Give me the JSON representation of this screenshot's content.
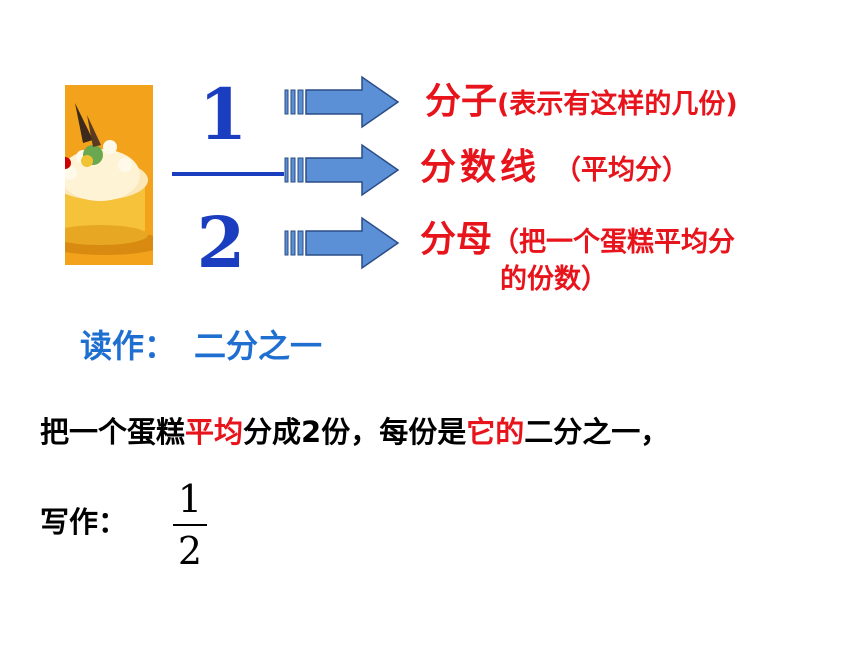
{
  "colors": {
    "blue": "#1b3dbf",
    "red": "#e8141c",
    "read_blue": "#1f6fd0",
    "arrow_fill": "#5b8fd6",
    "arrow_stroke": "#2a4d86"
  },
  "fraction": {
    "numerator": "1",
    "denominator": "2"
  },
  "labels": {
    "numerator_term": "分子",
    "numerator_note": "(表示有这样的几份)",
    "line_term": "分数线",
    "line_note": "（平均分）",
    "denominator_term": "分母",
    "denominator_note_line1": "（把一个蛋糕平均分",
    "denominator_note_line2": "的份数）"
  },
  "reading": {
    "label": "读作：",
    "value": "二分之一"
  },
  "sentence": {
    "part1": "把一个蛋糕",
    "highlight1": "平均",
    "part2": "分成2份，每份是",
    "highlight2": "它的",
    "part3": "二分之一，"
  },
  "writing": {
    "label": "写作：",
    "numerator": "1",
    "denominator": "2"
  }
}
